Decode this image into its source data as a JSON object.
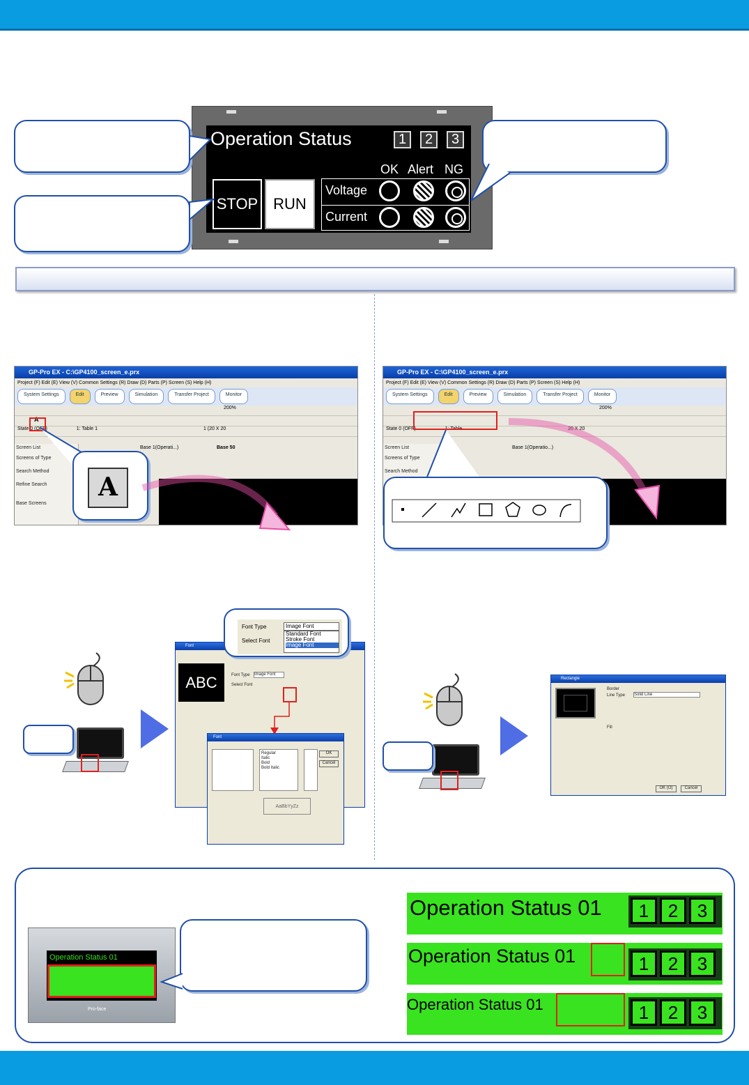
{
  "hmi": {
    "title": "Operation Status",
    "numbers": [
      "1",
      "2",
      "3"
    ],
    "col_labels": [
      "OK",
      "Alert",
      "NG"
    ],
    "row_labels": [
      "Voltage",
      "Current"
    ],
    "stop_label": "STOP",
    "run_label": "RUN"
  },
  "left_app": {
    "title": "GP-Pro EX - C:\\GP4100_screen_e.prx",
    "menu": "Project (F)   Edit (E)   View (V)   Common Settings (R)   Draw (D)   Parts (P)   Screen (S)   Help (H)",
    "steps": [
      "System Settings",
      "Edit",
      "Preview",
      "Simulation",
      "Transfer Project",
      "Monitor"
    ],
    "zoom": "200%",
    "state": "State 0 (OFF)",
    "table": "1: Table 1",
    "grid": "1 (20 X 20",
    "left_items": [
      "Screen List",
      "Screens of Type",
      "Search Method",
      "Refine Search",
      "Base Screens"
    ],
    "screen_tab": "Base 1(Operati...)",
    "screen_tab2": "Base 50",
    "zoom_icon_letter": "A"
  },
  "right_app": {
    "title": "GP-Pro EX - C:\\GP4100_screen_e.prx",
    "menu": "Project (F)   Edit (E)   View (V)   Common Settings (R)   Draw (D)   Parts (P)   Screen (S)   Help (H)",
    "steps": [
      "System Settings",
      "Edit",
      "Preview",
      "Simulation",
      "Transfer Project",
      "Monitor"
    ],
    "zoom": "200%",
    "state": "State 0 (OFF)",
    "table": "1: Table",
    "grid": "20 X 20",
    "left_items": [
      "Screen List",
      "Screens of Type",
      "Search Method"
    ],
    "screen_tab": "Base 1(Operatio...)"
  },
  "font_dialog": {
    "title": "Font",
    "preview": "ABC",
    "font_type_label": "Font Type",
    "font_type_value": "Image Font",
    "select_font_label": "Select Font",
    "options": [
      "Standard Font",
      "Stroke Font",
      "Image Font"
    ],
    "sample": "AaBbYyZz",
    "inner_title": "Font",
    "style_items": [
      "Regular",
      "Italic",
      "Bold",
      "Bold Italic"
    ],
    "ok": "OK",
    "cancel": "Cancel"
  },
  "rect_dialog": {
    "title": "Rectangle",
    "ok": "OK (O)",
    "cancel": "Cancel",
    "border": "Border",
    "line_type": "Line Type",
    "line_type_value": "Solid Line",
    "fill": "Fill"
  },
  "bottom": {
    "banner_text": "Operation Status 01",
    "numbers": [
      "1",
      "2",
      "3"
    ],
    "device_small_title": "Operation Status 01",
    "device_brand": "Pro-face"
  },
  "colors": {
    "header_blue": "#0a9ce0",
    "callout_border": "#1f4fa8",
    "banner_green": "#39e31f",
    "highlight_red": "#e0211e"
  }
}
